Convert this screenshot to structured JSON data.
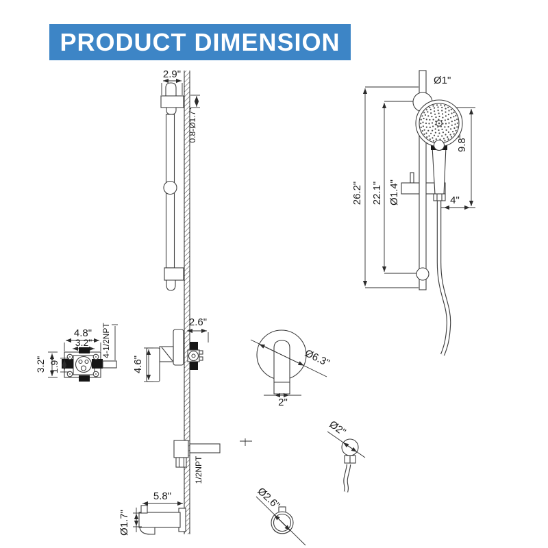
{
  "banner": {
    "title": "PRODUCT DIMENSION",
    "bg_color": "#3d85c6",
    "text_color": "#ffffff"
  },
  "diagram": {
    "stroke_color": "#3c3c3c",
    "label_color": "#1c1c1c",
    "labels": {
      "slidebar_left": {
        "bracket_width": "2.9\"",
        "bracket_range": "0.8-Ø1.7\""
      },
      "slidebar_right": {
        "bar_diameter": "Ø1\"",
        "total_length": "26.2\"",
        "holder_span": "22.1\"",
        "slider_diameter": "Ø1.4\"",
        "handshower_length": "9.8\"",
        "offset": "4\""
      },
      "valve_front": {
        "width": "4.8\"",
        "inner_width": "3.2\"",
        "height": "3.2\"",
        "inner_height": "1.9\"",
        "thread": "4-1/2NPT"
      },
      "valve_side": {
        "depth": "2.6\"",
        "height": "4.6\""
      },
      "supply_elbow": {
        "thread": "1/2NPT"
      },
      "escutcheon": {
        "diameter": "Ø6.3\"",
        "outlet": "2\""
      },
      "hose_nut": {
        "diameter": "Ø2\""
      },
      "spout_side": {
        "length": "5.8\"",
        "diameter": "Ø1.7\""
      },
      "spout_front": {
        "diameter": "Ø2.6\""
      }
    }
  }
}
